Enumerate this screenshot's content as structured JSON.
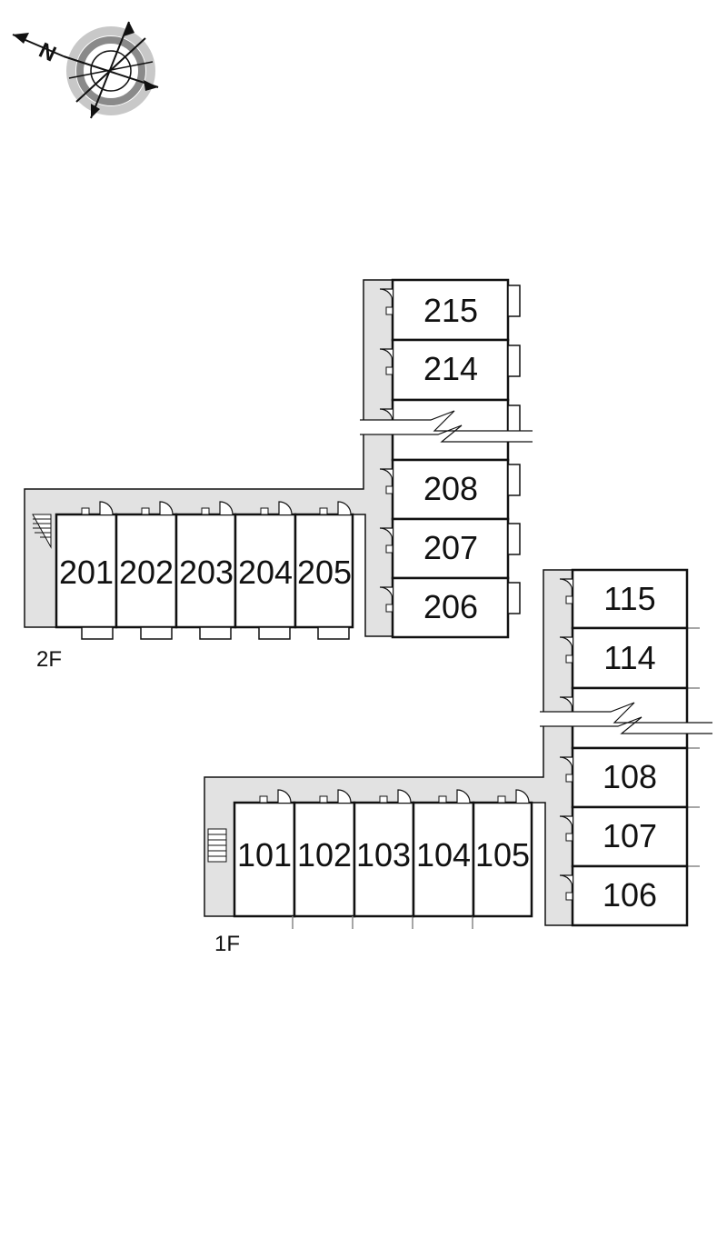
{
  "compass": {
    "north_label": "N",
    "icon": "compass-rose-icon"
  },
  "floors": [
    {
      "id": "2f",
      "label": "2F",
      "row_units": [
        "201",
        "202",
        "203",
        "204",
        "205"
      ],
      "column_upper_units": [
        "215",
        "214"
      ],
      "column_lower_units": [
        "208",
        "207",
        "206"
      ]
    },
    {
      "id": "1f",
      "label": "1F",
      "row_units": [
        "101",
        "102",
        "103",
        "104",
        "105"
      ],
      "column_upper_units": [
        "115",
        "114"
      ],
      "column_lower_units": [
        "108",
        "107",
        "106"
      ]
    }
  ],
  "colors": {
    "corridor": "#e2e2e2",
    "wall": "#111111",
    "compass_ring": "#9a9a9a"
  }
}
